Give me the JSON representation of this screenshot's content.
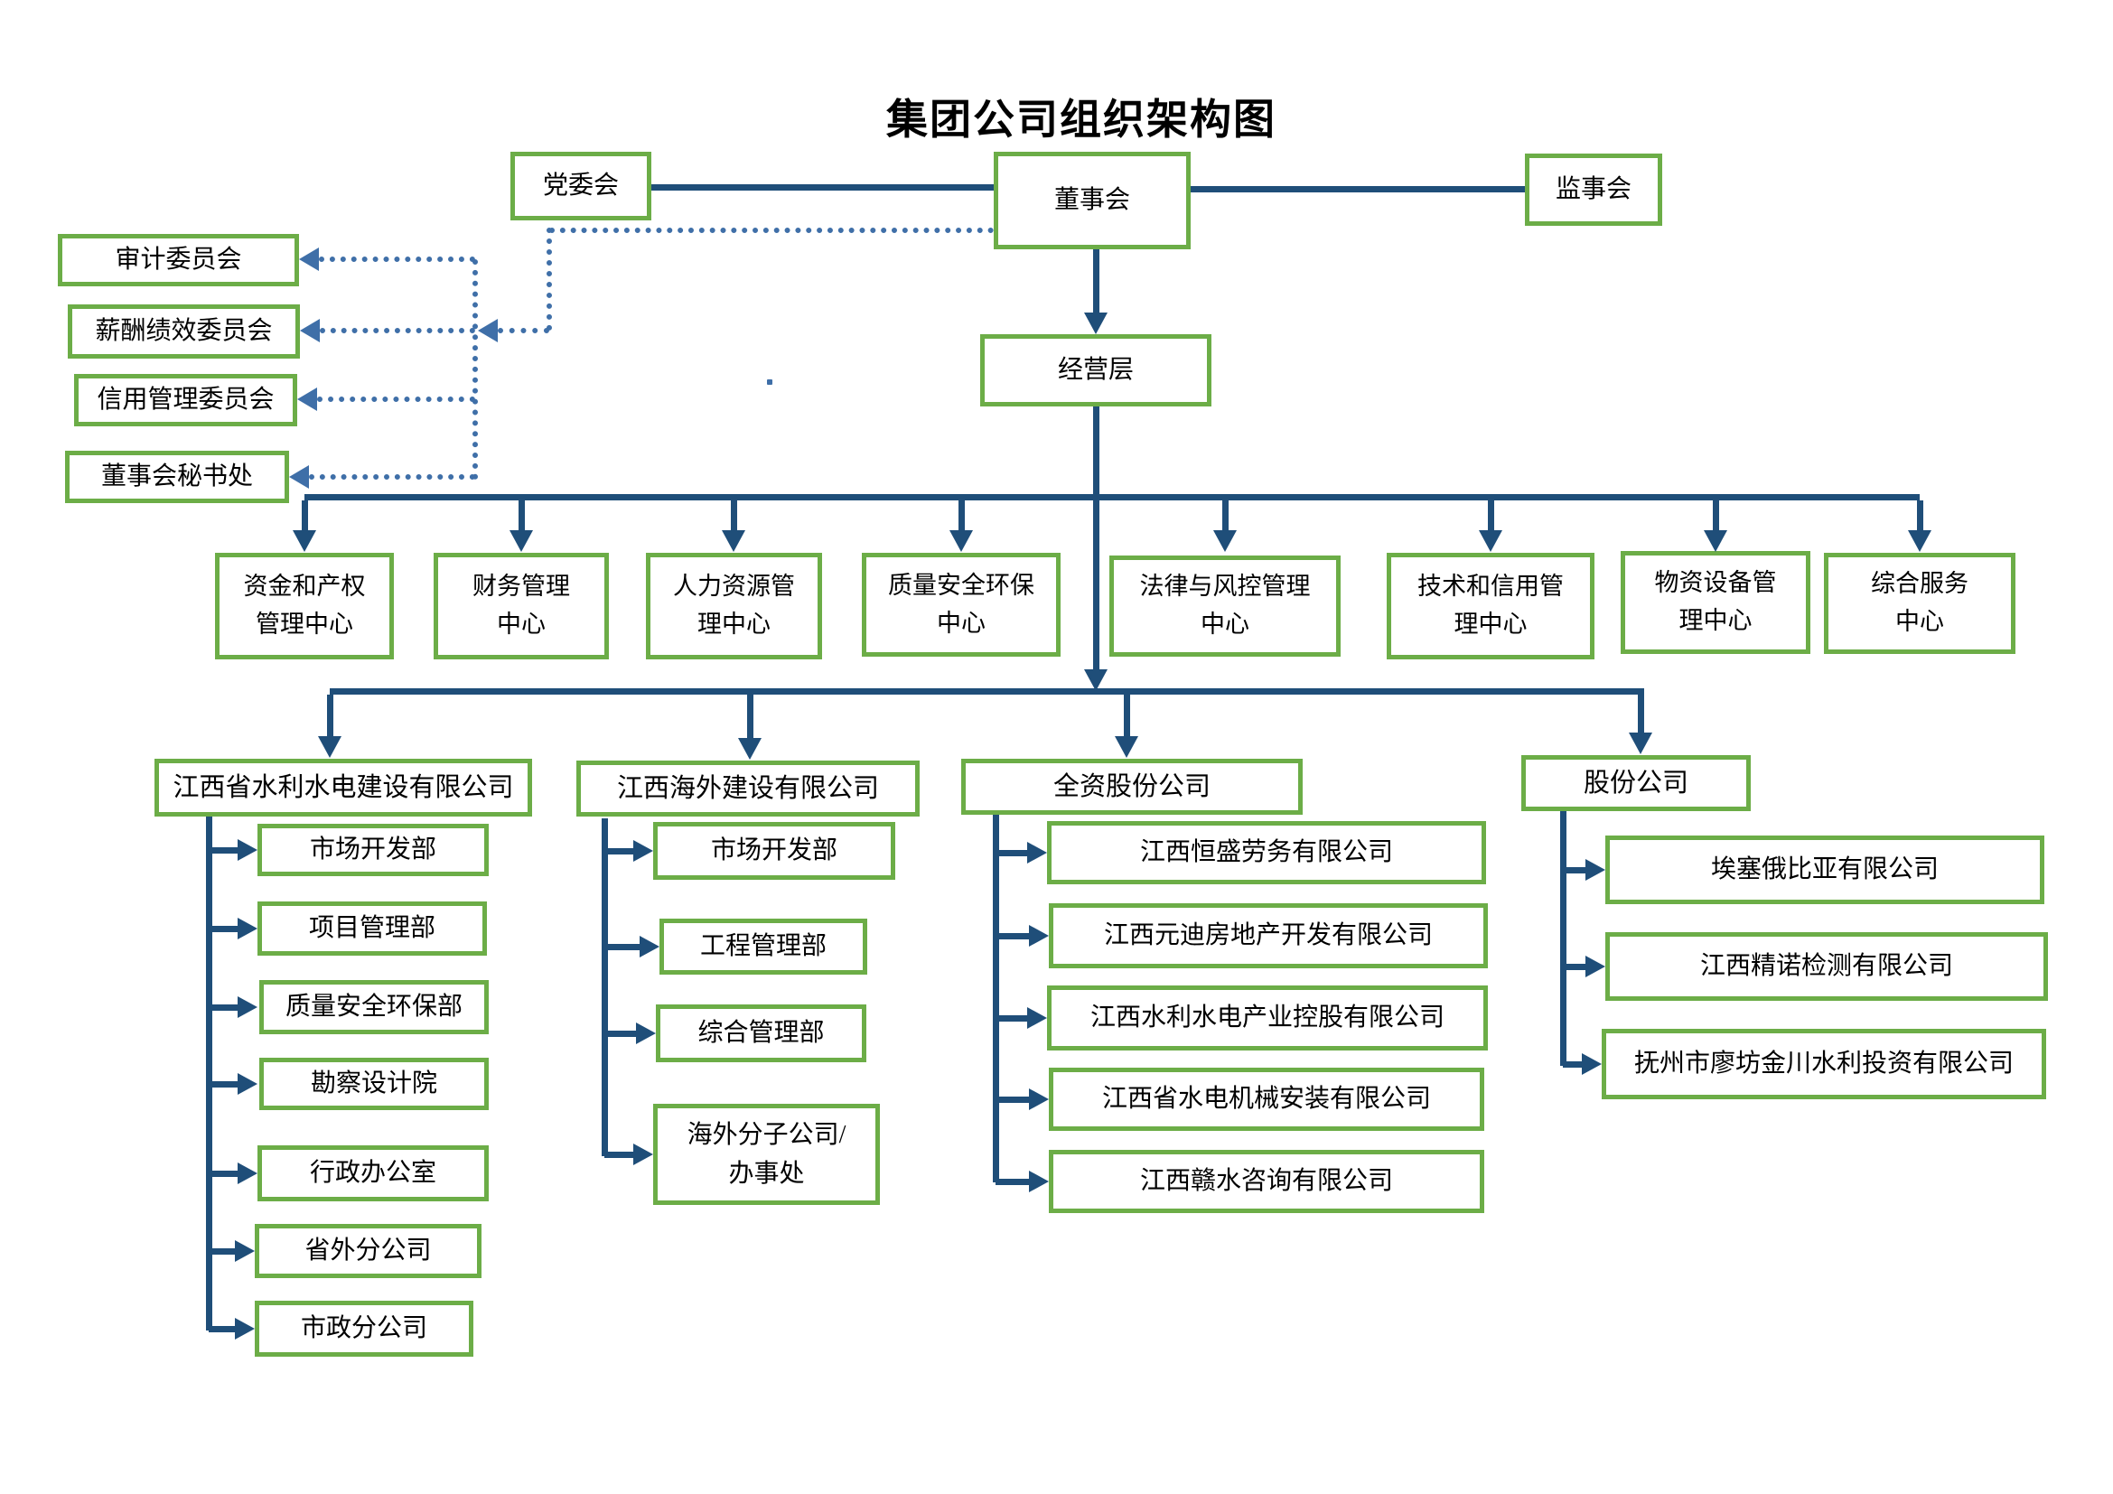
{
  "title": "集团公司组织架构图",
  "nodes": {
    "party": "党委会",
    "board": "董事会",
    "supervisory": "监事会",
    "management": "经营层"
  },
  "committees": [
    "审计委员会",
    "薪酬绩效委员会",
    "信用管理委员会",
    "董事会秘书处"
  ],
  "centers": [
    [
      "资金和产权",
      "管理中心"
    ],
    [
      "财务管理",
      "中心"
    ],
    [
      "人力资源管",
      "理中心"
    ],
    [
      "质量安全环保",
      "中心"
    ],
    [
      "法律与风控管理",
      "中心"
    ],
    [
      "技术和信用管",
      "理中心"
    ],
    [
      "物资设备管",
      "理中心"
    ],
    [
      "综合服务",
      "中心"
    ]
  ],
  "groups": [
    {
      "name": "江西省水利水电建设有限公司",
      "children": [
        "市场开发部",
        "项目管理部",
        "质量安全环保部",
        "勘察设计院",
        "行政办公室",
        "省外分公司",
        "市政分公司"
      ]
    },
    {
      "name": "江西海外建设有限公司",
      "children": [
        "市场开发部",
        "工程管理部",
        "综合管理部",
        [
          "海外分子公司/",
          "办事处"
        ]
      ]
    },
    {
      "name": "全资股份公司",
      "children": [
        "江西恒盛劳务有限公司",
        "江西元迪房地产开发有限公司",
        "江西水利水电产业控股有限公司",
        "江西省水电机械安装有限公司",
        "江西赣水咨询有限公司"
      ]
    },
    {
      "name": "股份公司",
      "children": [
        "埃塞俄比亚有限公司",
        "江西精诺检测有限公司",
        "抚州市廖坊金川水利投资有限公司"
      ]
    }
  ],
  "colors": {
    "box_border": "#6CAD47",
    "line": "#1F4E79",
    "dotted_line": "#3F6FA8",
    "text": "#000000"
  }
}
